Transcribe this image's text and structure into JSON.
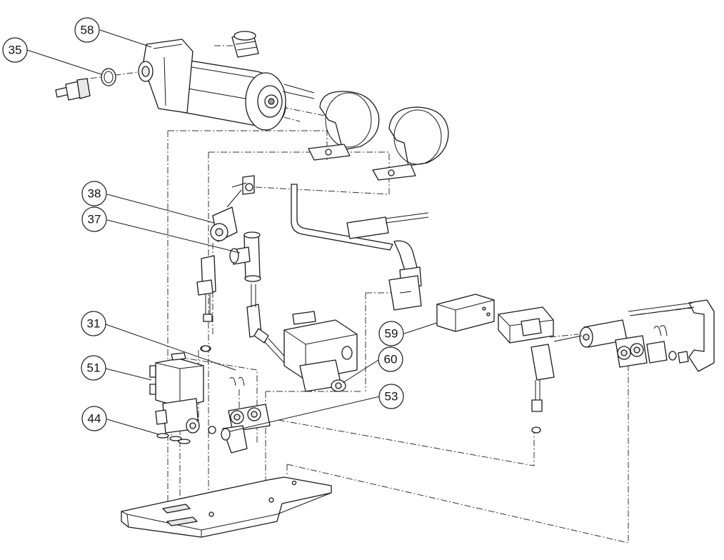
{
  "callouts": [
    {
      "id": "c58",
      "label": "58"
    },
    {
      "id": "c35",
      "label": "35"
    },
    {
      "id": "c38",
      "label": "38"
    },
    {
      "id": "c37",
      "label": "37"
    },
    {
      "id": "c31",
      "label": "31"
    },
    {
      "id": "c51",
      "label": "51"
    },
    {
      "id": "c44",
      "label": "44"
    },
    {
      "id": "c59",
      "label": "59"
    },
    {
      "id": "c60",
      "label": "60"
    },
    {
      "id": "c53",
      "label": "53"
    }
  ]
}
